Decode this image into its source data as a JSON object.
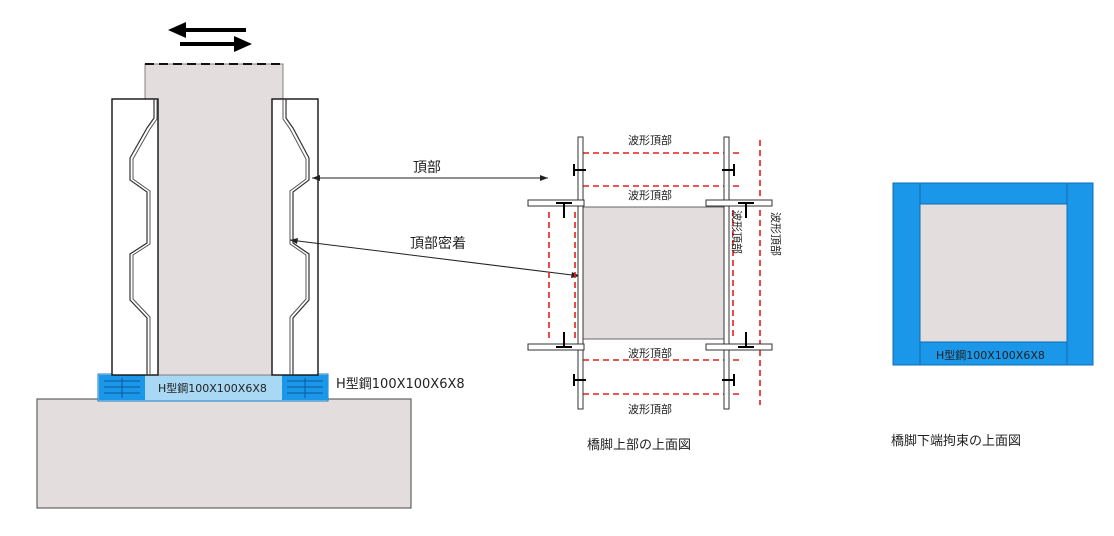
{
  "labels": {
    "top": "頂部",
    "top_contact": "頂部密着",
    "h_beam_inner": "H型鋼100X100X6X8",
    "h_beam_outer": "H型鋼100X100X6X8",
    "corrugated_top_1": "波形頂部",
    "corrugated_top_2": "波形頂部",
    "corrugated_top_3": "波形頂部",
    "corrugated_top_4": "波形頂部",
    "corrugated_top_v1": "波形頂部",
    "corrugated_top_v2": "波形頂部",
    "h_beam_plan": "H型鋼100X100X6X8",
    "caption_top_plan": "橋脚上部の上面図",
    "caption_bottom_plan": "橋脚下端拘束の上面図"
  },
  "colors": {
    "concrete": "#e3dedd",
    "steel_blue": "#1a97e8",
    "steel_blue_light": "#a9d8f4",
    "dashed_red": "#e0201c",
    "line": "#111111"
  },
  "icons": {
    "load_arrows": "bidirectional-horizontal-arrows-icon"
  }
}
